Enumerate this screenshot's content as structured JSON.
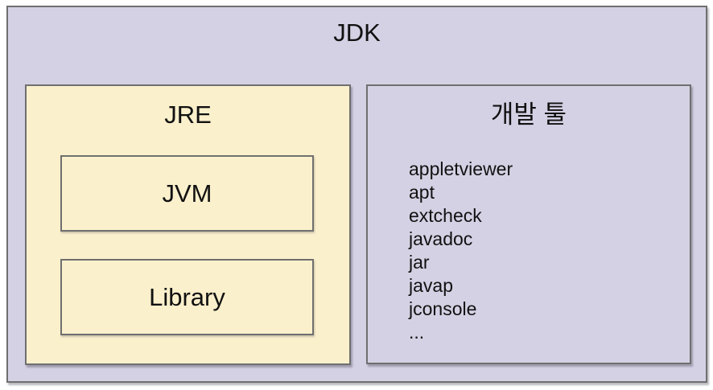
{
  "diagram": {
    "title": "JDK",
    "jre": {
      "title": "JRE",
      "children": [
        {
          "label": "JVM"
        },
        {
          "label": "Library"
        }
      ]
    },
    "dev_tools": {
      "title": "개발 툴",
      "items": [
        "appletviewer",
        "apt",
        "extcheck",
        "javadoc",
        "jar",
        "javap",
        "jconsole",
        "..."
      ]
    },
    "colors": {
      "outer_background": "#d5d1e4",
      "jre_background": "#fbf0cc",
      "border": "#6f6f6f",
      "text": "#111111"
    }
  }
}
